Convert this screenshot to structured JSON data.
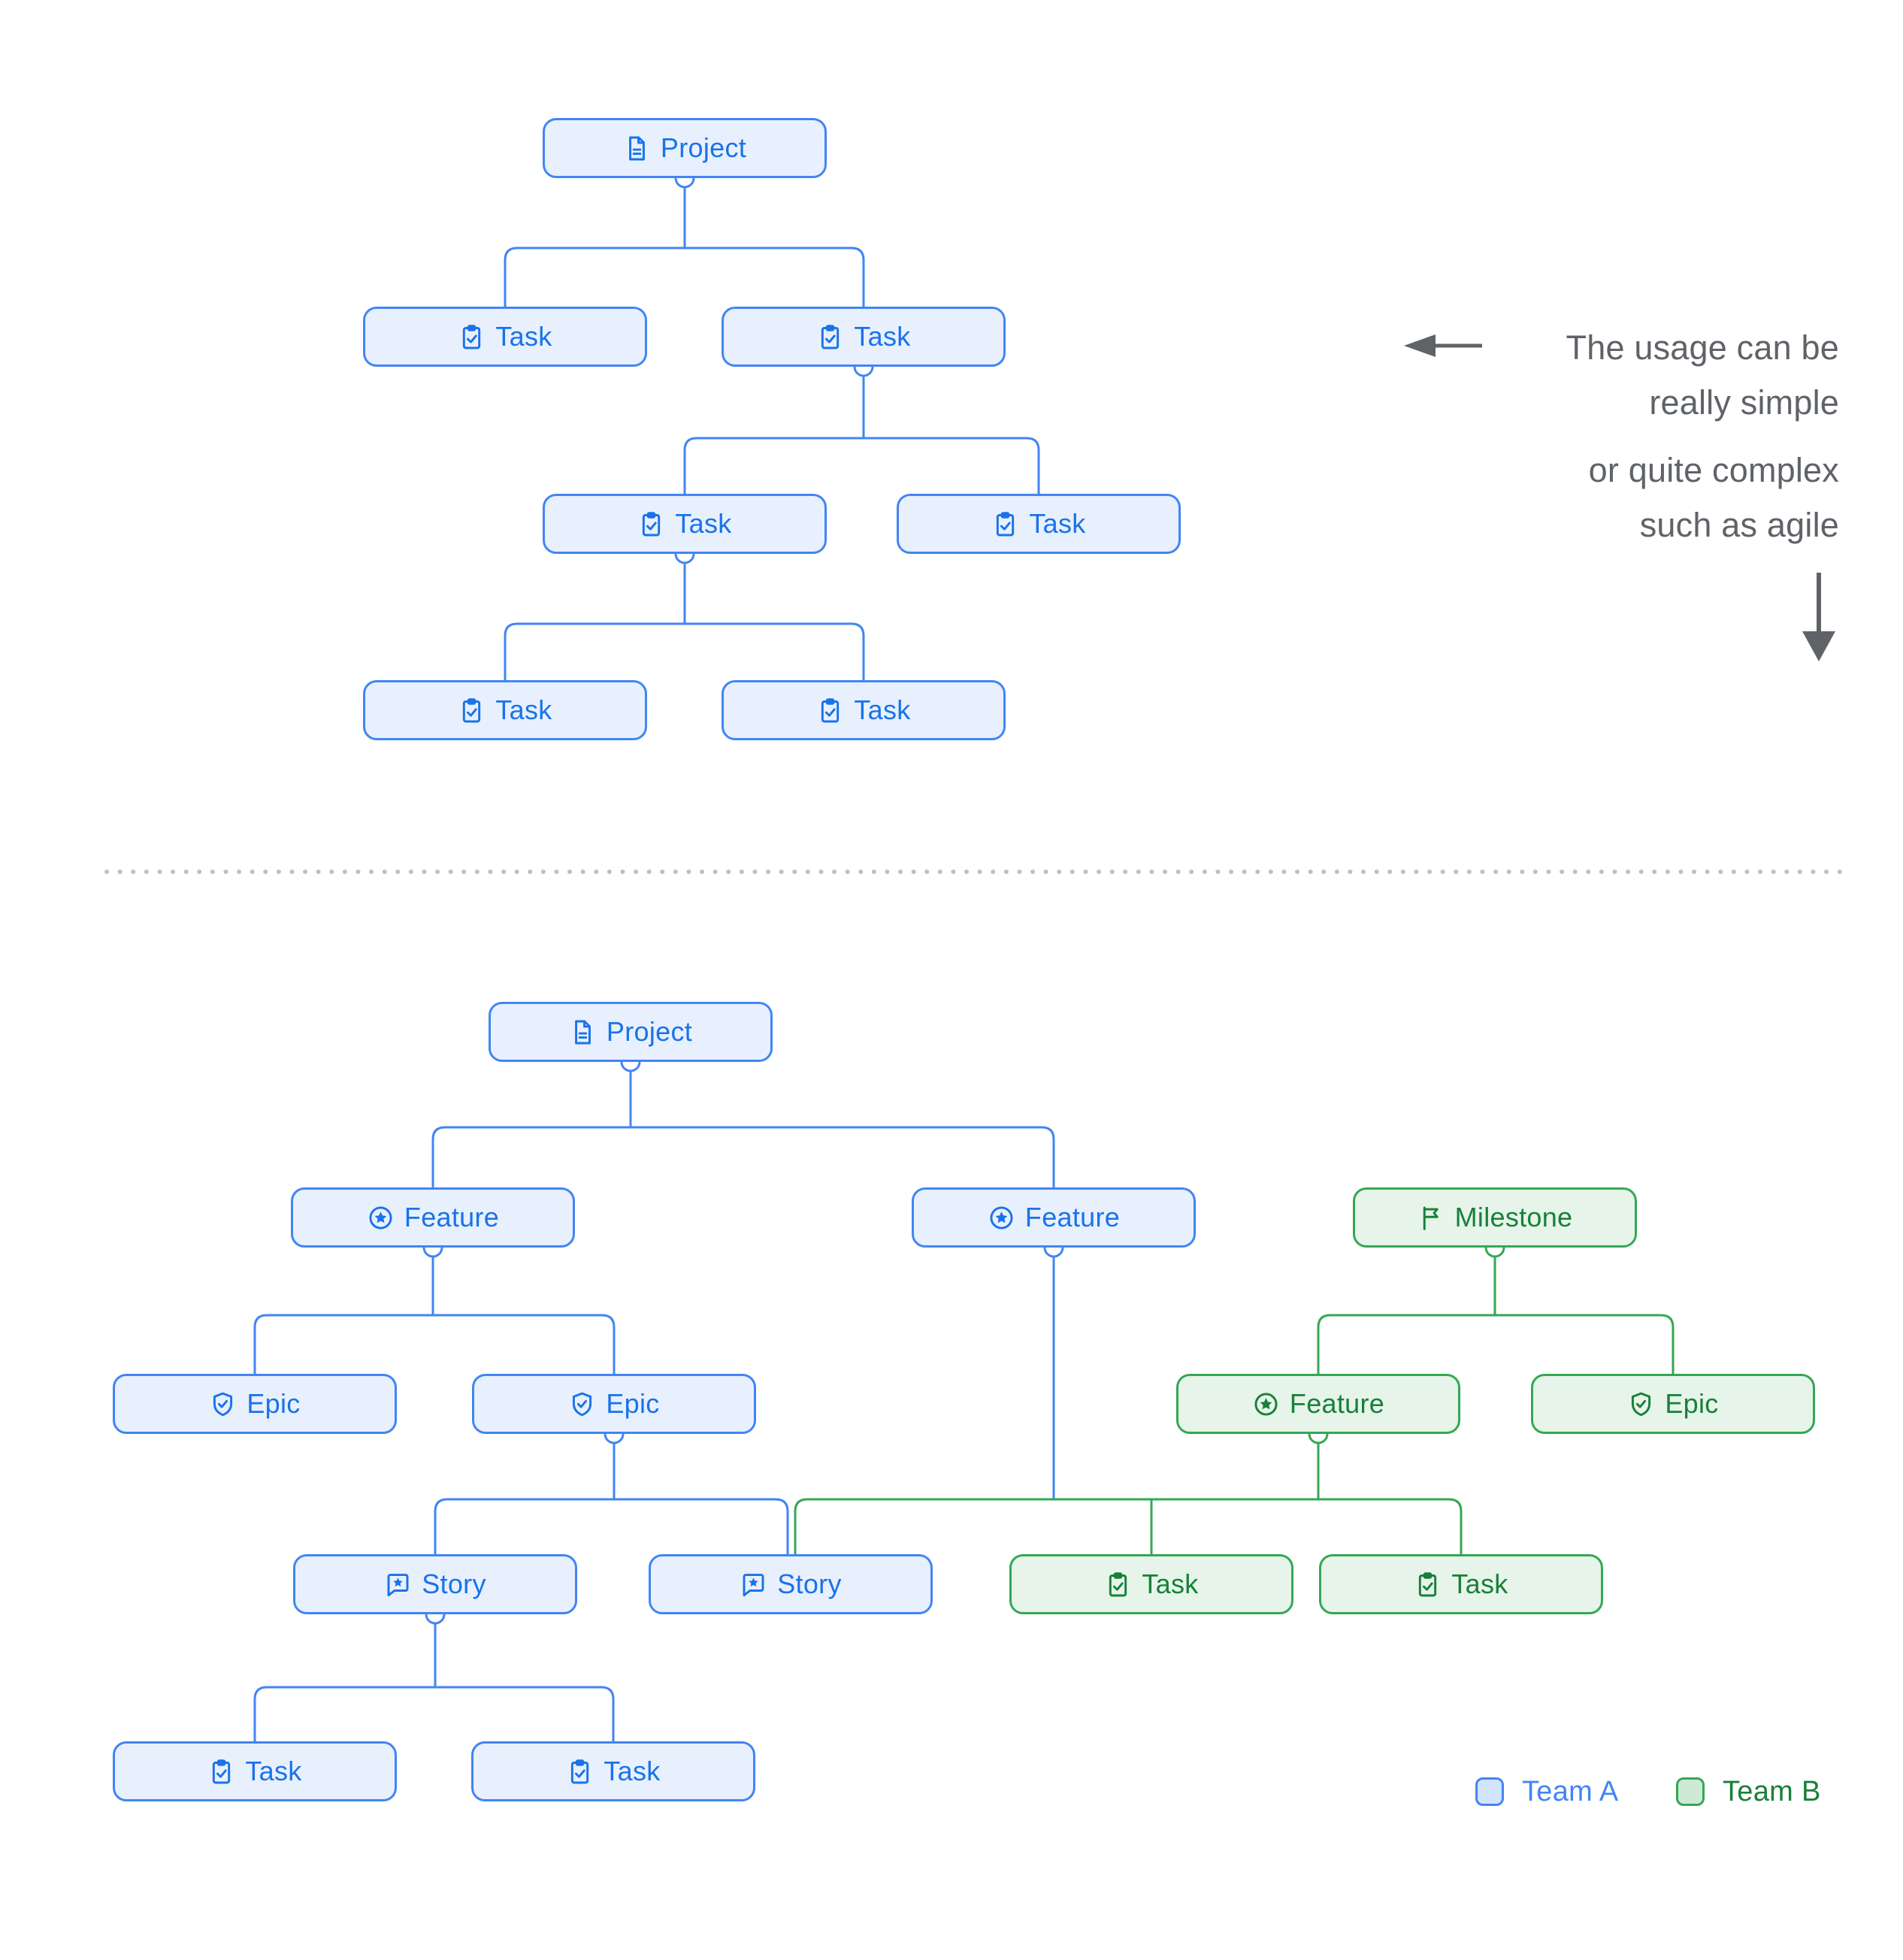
{
  "annotations": {
    "line1": "The usage can be",
    "line2": "really simple",
    "line3": "or quite complex",
    "line4": "such as agile"
  },
  "legend": {
    "team_a": "Team A",
    "team_b": "Team B"
  },
  "colors": {
    "team_a_border": "#4285f4",
    "team_a_fill": "#e8f0fe",
    "team_a_text": "#1a73e8",
    "team_b_border": "#34a853",
    "team_b_fill": "#e6f4ea",
    "team_b_text": "#188038",
    "annotation_gray": "#5f6368",
    "divider_dots": "#bdc1c6"
  },
  "diagram": {
    "trees": [
      {
        "name": "simple-hierarchy",
        "note": "pointed at by left arrow annotation"
      },
      {
        "name": "agile-hierarchy",
        "note": "pointed at by down arrow annotation"
      }
    ],
    "nodes": [
      {
        "id": "project-1",
        "label": "Project",
        "icon": "project-icon",
        "team": "A",
        "tree": "simple",
        "parent": null
      },
      {
        "id": "task-1",
        "label": "Task",
        "icon": "task-icon",
        "team": "A",
        "tree": "simple",
        "parent": "project-1"
      },
      {
        "id": "task-2",
        "label": "Task",
        "icon": "task-icon",
        "team": "A",
        "tree": "simple",
        "parent": "project-1"
      },
      {
        "id": "task-3",
        "label": "Task",
        "icon": "task-icon",
        "team": "A",
        "tree": "simple",
        "parent": "task-2"
      },
      {
        "id": "task-4",
        "label": "Task",
        "icon": "task-icon",
        "team": "A",
        "tree": "simple",
        "parent": "task-2"
      },
      {
        "id": "task-5",
        "label": "Task",
        "icon": "task-icon",
        "team": "A",
        "tree": "simple",
        "parent": "task-3"
      },
      {
        "id": "task-6",
        "label": "Task",
        "icon": "task-icon",
        "team": "A",
        "tree": "simple",
        "parent": "task-3"
      },
      {
        "id": "project-2",
        "label": "Project",
        "icon": "project-icon",
        "team": "A",
        "tree": "agile",
        "parent": null
      },
      {
        "id": "feature-1",
        "label": "Feature",
        "icon": "feature-icon",
        "team": "A",
        "tree": "agile",
        "parent": "project-2"
      },
      {
        "id": "feature-2",
        "label": "Feature",
        "icon": "feature-icon",
        "team": "A",
        "tree": "agile",
        "parent": "project-2"
      },
      {
        "id": "milestone-1",
        "label": "Milestone",
        "icon": "milestone-icon",
        "team": "B",
        "tree": "agile",
        "parent": null
      },
      {
        "id": "epic-1",
        "label": "Epic",
        "icon": "epic-icon",
        "team": "A",
        "tree": "agile",
        "parent": "feature-1"
      },
      {
        "id": "epic-2",
        "label": "Epic",
        "icon": "epic-icon",
        "team": "A",
        "tree": "agile",
        "parent": "feature-1"
      },
      {
        "id": "feature-3",
        "label": "Feature",
        "icon": "feature-icon",
        "team": "B",
        "tree": "agile",
        "parent": "milestone-1"
      },
      {
        "id": "epic-3",
        "label": "Epic",
        "icon": "epic-icon",
        "team": "B",
        "tree": "agile",
        "parent": "milestone-1"
      },
      {
        "id": "story-1",
        "label": "Story",
        "icon": "story-icon",
        "team": "A",
        "tree": "agile",
        "parent": "epic-2"
      },
      {
        "id": "story-2",
        "label": "Story",
        "icon": "story-icon",
        "team": "A",
        "tree": "agile",
        "parent": "epic-2"
      },
      {
        "id": "task-b1",
        "label": "Task",
        "icon": "task-icon",
        "team": "B",
        "tree": "agile",
        "parent": "feature-3"
      },
      {
        "id": "task-b2",
        "label": "Task",
        "icon": "task-icon",
        "team": "B",
        "tree": "agile",
        "parent": "feature-3"
      },
      {
        "id": "task-7",
        "label": "Task",
        "icon": "task-icon",
        "team": "A",
        "tree": "agile",
        "parent": "story-1"
      },
      {
        "id": "task-8",
        "label": "Task",
        "icon": "task-icon",
        "team": "A",
        "tree": "agile",
        "parent": "story-1"
      }
    ],
    "shared_connector": {
      "joins": [
        "feature-2",
        "feature-3"
      ],
      "targets": [
        "story-2",
        "task-b1",
        "task-b2"
      ]
    }
  }
}
